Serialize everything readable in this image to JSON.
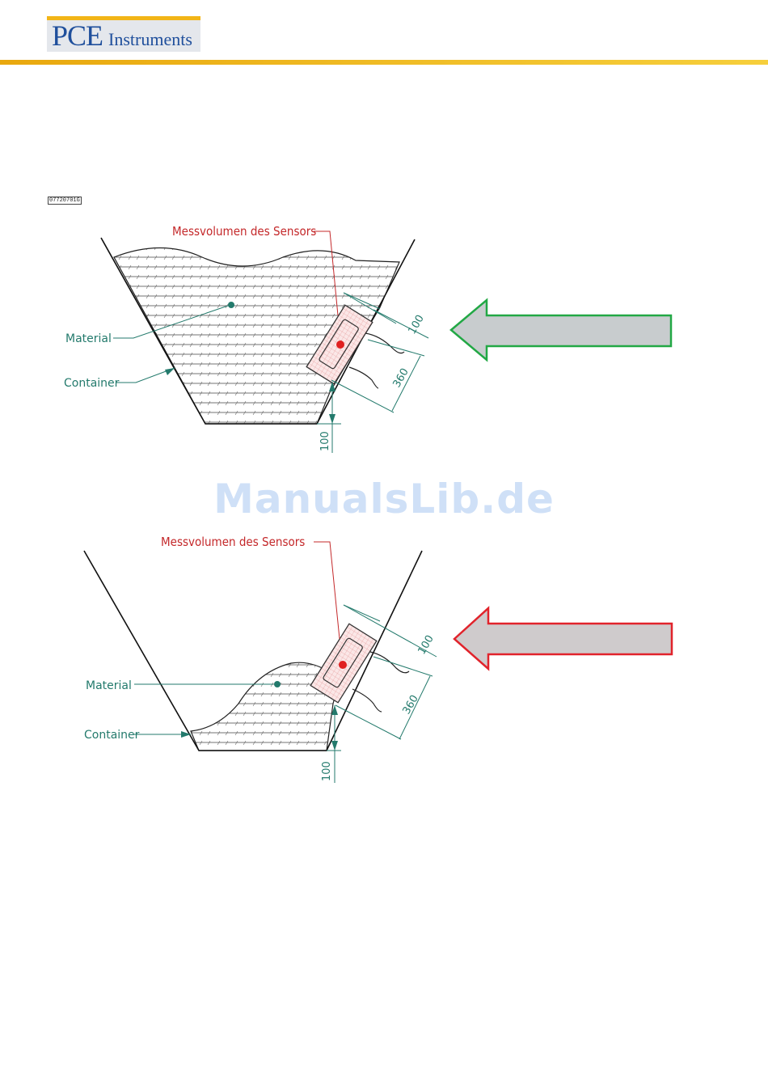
{
  "header": {
    "logo_pce": "PCE",
    "logo_instruments": "Instruments"
  },
  "doc_code": "07720701G",
  "watermark": "ManualsLib.de",
  "diagrams": [
    {
      "sensor_label": "Messvolumen des Sensors",
      "material_label": "Material",
      "container_label": "Container",
      "dim_top": "100",
      "dim_side": "360",
      "dim_bottom": "100",
      "arrow_color": "#22a845"
    },
    {
      "sensor_label": "Messvolumen des Sensors",
      "material_label": "Material",
      "container_label": "Container",
      "dim_top": "100",
      "dim_side": "360",
      "dim_bottom": "100",
      "arrow_color": "#e1232b"
    }
  ],
  "colors": {
    "accent_bar": "#f2b517",
    "brand_blue": "#1f4f9c",
    "label_teal": "#237a6c",
    "label_red": "#c4282a"
  }
}
